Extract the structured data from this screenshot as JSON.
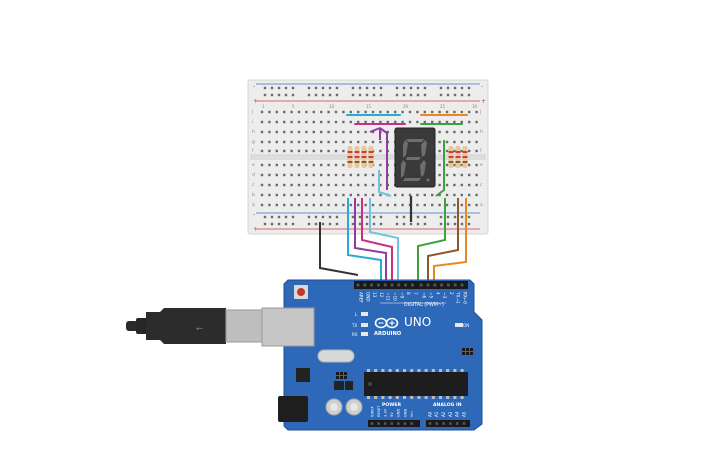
{
  "board": {
    "logo_text": "ARDUINO",
    "model": "UNO",
    "digital_header": "DIGITAL (PWM~)",
    "power_header": "POWER",
    "analog_header": "ANALOG IN",
    "on_label": "ON",
    "led_l": "L",
    "led_tx": "TX",
    "led_rx": "RX",
    "digital_pins": [
      "AREF",
      "GND",
      "13",
      "12",
      "~11",
      "~10",
      "~9",
      "8",
      "7",
      "~6",
      "~5",
      "4",
      "~3",
      "2",
      "TX→1",
      "RX←0"
    ],
    "power_pins": [
      "IOREF",
      "RESET",
      "3.3V",
      "5V",
      "GND",
      "GND",
      "Vin"
    ],
    "analog_pins": [
      "A0",
      "A1",
      "A2",
      "A3",
      "A4",
      "A5"
    ]
  },
  "breadboard": {
    "column_numbers": [
      "1",
      "5",
      "10",
      "15",
      "20",
      "25",
      "30"
    ],
    "row_letters_top": [
      "j",
      "i",
      "h",
      "g",
      "f"
    ],
    "row_letters_bottom": [
      "e",
      "d",
      "c",
      "b",
      "a"
    ],
    "rail_signs": [
      "+",
      "-"
    ]
  },
  "display": {
    "digit": "8"
  },
  "colors": {
    "board": "#2E68B8",
    "board_edge": "#1F4F93",
    "breadboard": "#EDEDED",
    "rail_red": "#D13B3B",
    "rail_blue": "#3F6FC4",
    "wire_black": "#333333",
    "wire_cyan": "#29A9D6",
    "wire_purple": "#8E3C9E",
    "wire_magenta": "#C7307F",
    "wire_lightblue": "#6EC3DE",
    "wire_green": "#3CA33C",
    "wire_brown": "#8B5A2B",
    "wire_orange": "#E68A1F"
  }
}
